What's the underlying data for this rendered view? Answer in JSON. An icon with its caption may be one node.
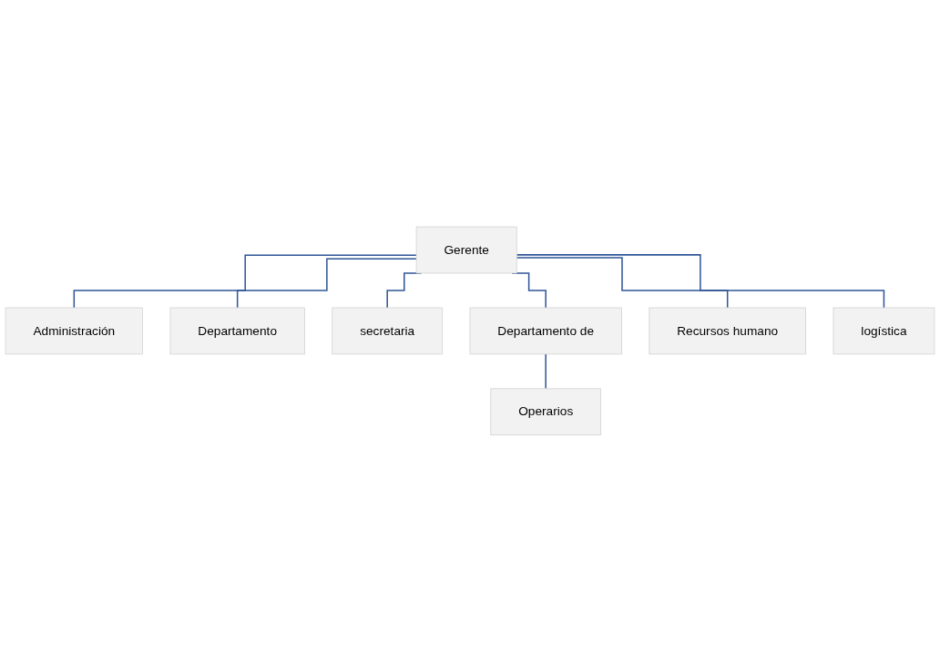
{
  "diagram": {
    "nodes": [
      {
        "text": [
          "Gerente"
        ]
      },
      {
        "text": [
          "Administración"
        ]
      },
      {
        "text": [
          "Departamento"
        ]
      },
      {
        "text": [
          "secretaria"
        ]
      },
      {
        "text": [
          "Departamento de"
        ]
      },
      {
        "text": [
          "Recursos humano"
        ]
      },
      {
        "text": [
          "logística"
        ]
      },
      {
        "text": [
          "Operarios"
        ]
      }
    ],
    "edges": [
      {
        "from": 0,
        "to": 1,
        "arrow": "none"
      },
      {
        "from": 0,
        "to": 2,
        "arrow": "none"
      },
      {
        "from": 0,
        "to": 3,
        "arrow": "none"
      },
      {
        "from": 0,
        "to": 4,
        "arrow": "none"
      },
      {
        "from": 0,
        "to": 5,
        "arrow": "none"
      },
      {
        "from": 0,
        "to": 6,
        "arrow": "none"
      },
      {
        "from": 4,
        "to": 7,
        "arrow": "none"
      }
    ]
  }
}
